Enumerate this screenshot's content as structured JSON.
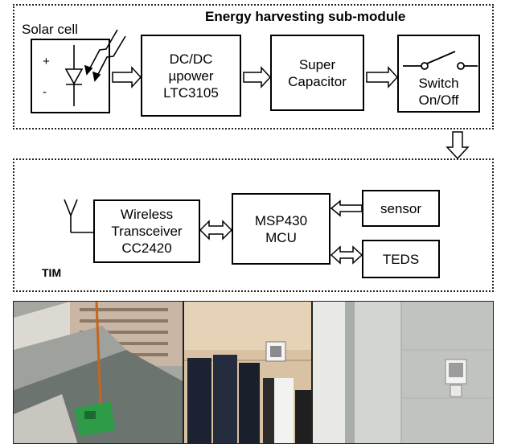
{
  "energy_module": {
    "title": "Energy harvesting sub-module",
    "solar": {
      "label": "Solar cell",
      "plus": "+",
      "minus": "-"
    },
    "dcdc": {
      "line1": "DC/DC",
      "line2": "µpower",
      "line3": "LTC3105"
    },
    "supercap": {
      "line1": "Super",
      "line2": "Capacitor"
    },
    "switch": {
      "line1": "Switch",
      "line2": "On/Off"
    }
  },
  "tim_module": {
    "tag": "TIM",
    "wireless": {
      "line1": "Wireless",
      "line2": "Transceiver",
      "line3": "CC2420"
    },
    "mcu": {
      "line1": "MSP430",
      "line2": "MCU"
    },
    "sensor": "sensor",
    "teds": "TEDS"
  },
  "photos": [
    {
      "name": "rooftop-photo",
      "colors": {
        "sky": "#b9b8b0",
        "building": "#c9b6a4",
        "ground": "#6c7470",
        "board": "#2e9b48",
        "cable": "#c4661e"
      }
    },
    {
      "name": "office-shelf-photo",
      "colors": {
        "wall": "#d9c2a3",
        "binder": "#1c2232",
        "device": "#8a8a8a"
      }
    },
    {
      "name": "wall-mount-photo",
      "colors": {
        "wall": "#c9ccc6",
        "frame": "#e8e9e4",
        "device": "#9c9c9c"
      }
    }
  ]
}
